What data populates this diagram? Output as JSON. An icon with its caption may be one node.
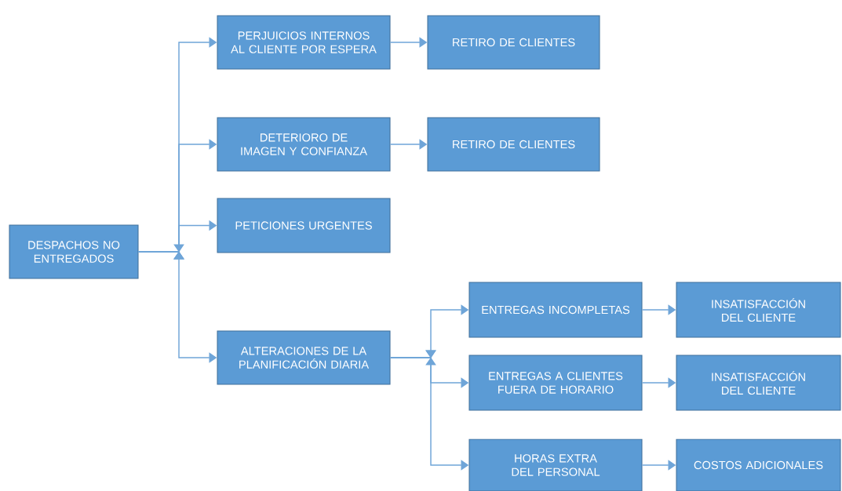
{
  "diagram": {
    "nodes": [
      {
        "text": [
          "DESPACHOS NO ENTREGADOS"
        ]
      },
      {
        "text": [
          "PERJUICIOS INTERNOS AL CLIENTE POR ESPERA"
        ]
      },
      {
        "text": [
          "RETIRO DE CLIENTES"
        ]
      },
      {
        "text": [
          "DETERIORO DE IMAGEN Y CONFIANZA"
        ]
      },
      {
        "text": [
          "RETIRO DE CLIENTES"
        ]
      },
      {
        "text": [
          "PETICIONES URGENTES"
        ]
      },
      {
        "text": [
          "ALTERACIONES DE LA PLANIFICACIÓN DIARIA"
        ]
      },
      {
        "text": [
          "ENTREGAS INCOMPLETAS"
        ]
      },
      {
        "text": [
          "INSATISFACCIÓN DEL CLIENTE"
        ]
      },
      {
        "text": [
          "ENTREGAS A CLIENTES FUERA DE HORARIO"
        ]
      },
      {
        "text": [
          "INSATISFACCIÓN DEL CLIENTE"
        ]
      },
      {
        "text": [
          "HORAS EXTRA DEL PERSONAL"
        ]
      },
      {
        "text": [
          "COSTOS ADICIONALES"
        ]
      }
    ],
    "edges": [
      {
        "from": 0,
        "to": 1,
        "arrow": "to"
      },
      {
        "from": 0,
        "to": 3,
        "arrow": "to"
      },
      {
        "from": 0,
        "to": 5,
        "arrow": "to"
      },
      {
        "from": 0,
        "to": 6,
        "arrow": "to"
      },
      {
        "from": 1,
        "to": 2,
        "arrow": "to"
      },
      {
        "from": 3,
        "to": 4,
        "arrow": "to"
      },
      {
        "from": 6,
        "to": 7,
        "arrow": "to"
      },
      {
        "from": 6,
        "to": 9,
        "arrow": "to"
      },
      {
        "from": 6,
        "to": 11,
        "arrow": "to"
      },
      {
        "from": 7,
        "to": 8,
        "arrow": "to"
      },
      {
        "from": 9,
        "to": 10,
        "arrow": "to"
      },
      {
        "from": 11,
        "to": 12,
        "arrow": "to"
      }
    ]
  }
}
